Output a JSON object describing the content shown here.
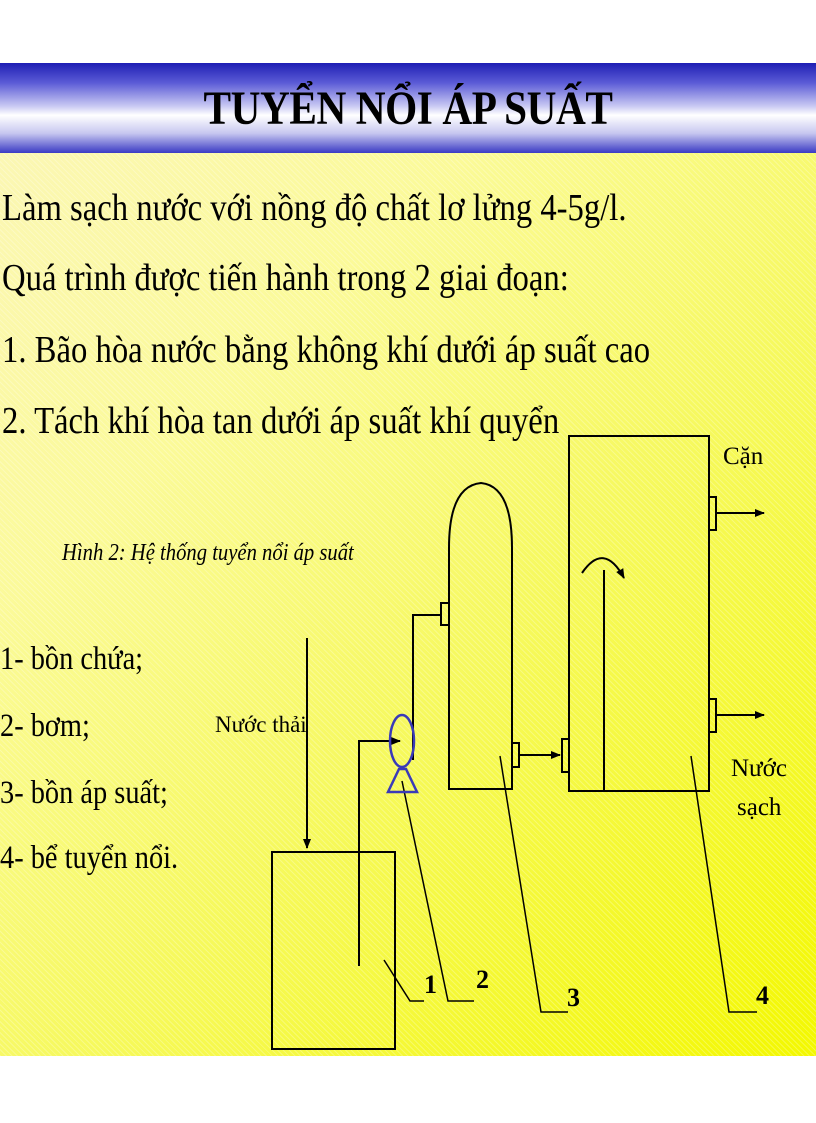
{
  "title": "TUYỂN NỔI ÁP SUẤT",
  "lines": [
    "Làm sạch nước với nồng độ chất lơ lửng 4-5g/l.",
    "Quá trình được tiến hành trong 2 giai đoạn:",
    "1. Bão hòa nước bằng không khí dưới áp suất cao",
    "2. Tách khí hòa tan dưới áp suất khí quyển"
  ],
  "caption": "Hình 2: Hệ thống tuyển nổi áp suất",
  "legend": [
    "1- bồn chứa;",
    "2- bơm;",
    "3- bồn áp suất;",
    "4- bể tuyển nổi."
  ],
  "diagram": {
    "inlet_label": "Nước thải",
    "sludge_label": "Cặn",
    "clean_label_1": "Nước",
    "clean_label_2": "sạch",
    "numbers": [
      "1",
      "2",
      "3",
      "4"
    ]
  },
  "colors": {
    "pump": "#3a3ab8",
    "title_bar": "#2a2ab8"
  }
}
